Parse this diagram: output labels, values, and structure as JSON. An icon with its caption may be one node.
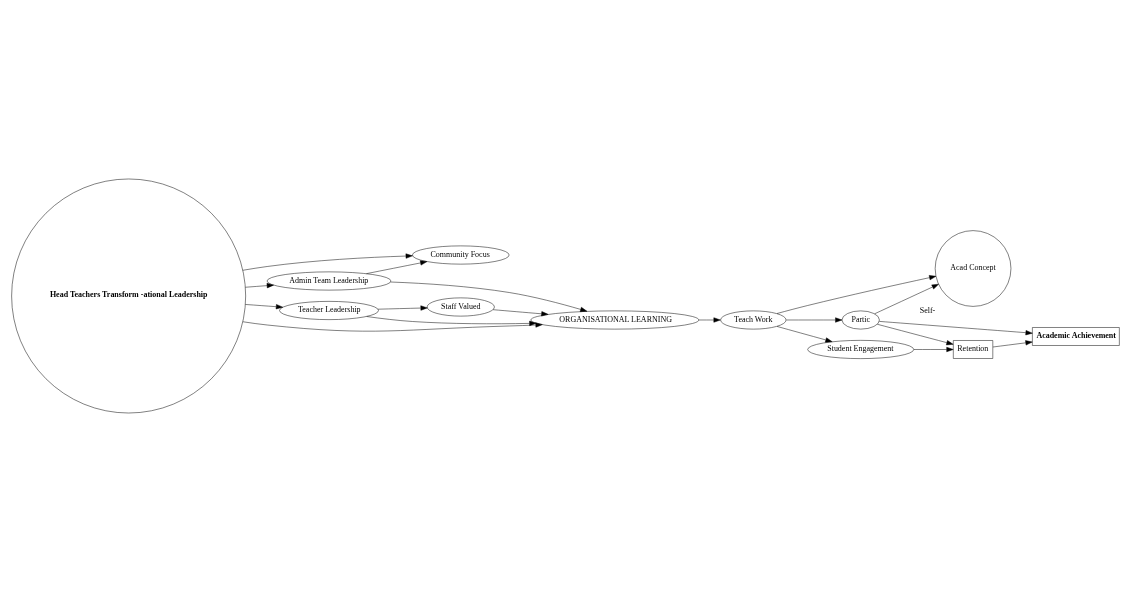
{
  "diagram": {
    "nodes": [
      {
        "text": [
          "Community Focus"
        ]
      },
      {
        "text": [
          "Admin Team Leadership"
        ]
      },
      {
        "text": [
          "Head Teachers Transform -ational Leadership"
        ]
      },
      {
        "text": [
          "Staff Valued"
        ]
      },
      {
        "text": [
          "Teacher Leadership"
        ]
      },
      {
        "text": [
          "ORGANISATIONAL LEARNING"
        ]
      },
      {
        "text": [
          "Teach Work"
        ]
      },
      {
        "text": [
          "Acad Concept"
        ],
        "beside": [
          "Self-"
        ]
      },
      {
        "text": [
          "Partic"
        ]
      },
      {
        "text": [
          "Academic Achievement"
        ]
      },
      {
        "text": [
          "Retention"
        ]
      },
      {
        "text": [
          "Student Engagement"
        ]
      }
    ],
    "edges": [
      {
        "from": 2,
        "to": 0,
        "arrow": "to"
      },
      {
        "from": 1,
        "to": 0,
        "arrow": "to"
      },
      {
        "from": 2,
        "to": 1,
        "arrow": "to"
      },
      {
        "from": 1,
        "to": 5,
        "arrow": "to"
      },
      {
        "from": 2,
        "to": 5,
        "arrow": "to"
      },
      {
        "from": 2,
        "to": 4,
        "arrow": "to"
      },
      {
        "from": 4,
        "to": 3,
        "arrow": "to"
      },
      {
        "from": 3,
        "to": 5,
        "arrow": "to"
      },
      {
        "from": 4,
        "to": 5,
        "arrow": "to"
      },
      {
        "from": 5,
        "to": 6,
        "arrow": "to"
      },
      {
        "from": 6,
        "to": 7,
        "arrow": "to"
      },
      {
        "from": 6,
        "to": 8,
        "arrow": "to"
      },
      {
        "from": 6,
        "to": 11,
        "arrow": "to"
      },
      {
        "from": 8,
        "to": 7,
        "arrow": "to"
      },
      {
        "from": 8,
        "to": 9,
        "arrow": "to"
      },
      {
        "from": 8,
        "to": 10,
        "arrow": "to"
      },
      {
        "from": 11,
        "to": 10,
        "arrow": "to"
      },
      {
        "from": 10,
        "to": 9,
        "arrow": "to"
      }
    ]
  }
}
